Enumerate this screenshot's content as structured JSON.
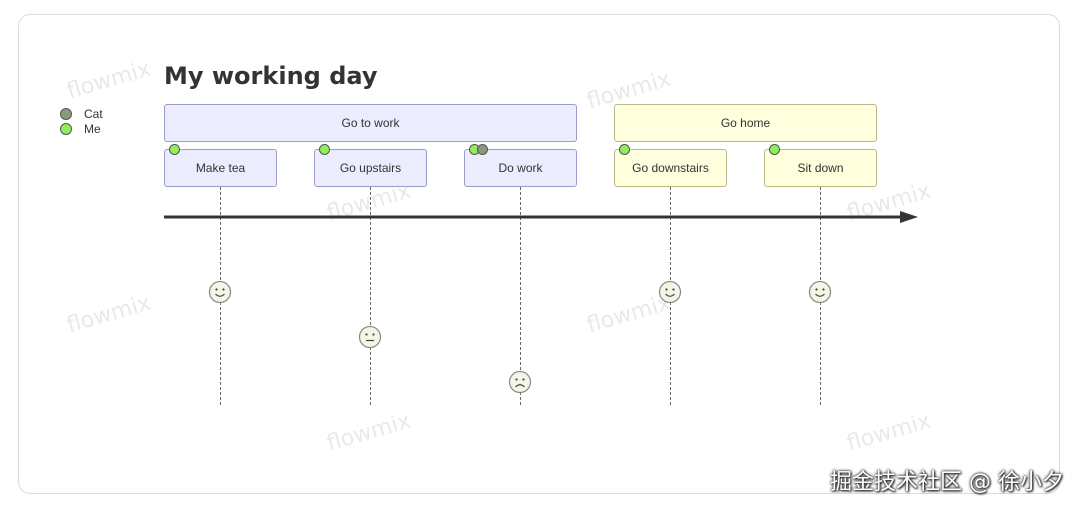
{
  "diagram": {
    "type": "user-journey",
    "title": "My working day",
    "colors": {
      "section1_fill": "#ececff",
      "section2_fill": "#ffffde",
      "cat": "#8a9a7b",
      "me": "#90ee5a",
      "axis": "#333333"
    },
    "legend": [
      {
        "label": "Cat",
        "color": "#8a9a7b"
      },
      {
        "label": "Me",
        "color": "#90ee5a"
      }
    ],
    "sections": [
      {
        "label": "Go to work",
        "tasks": [
          {
            "label": "Make tea",
            "score": 5,
            "actors": [
              "Me"
            ]
          },
          {
            "label": "Go upstairs",
            "score": 3,
            "actors": [
              "Me"
            ]
          },
          {
            "label": "Do work",
            "score": 1,
            "actors": [
              "Me",
              "Cat"
            ]
          }
        ]
      },
      {
        "label": "Go home",
        "tasks": [
          {
            "label": "Go downstairs",
            "score": 5,
            "actors": [
              "Me"
            ]
          },
          {
            "label": "Sit down",
            "score": 5,
            "actors": [
              "Me"
            ]
          }
        ]
      }
    ],
    "watermark": "flowmix",
    "credit": "掘金技术社区 @ 徐小夕"
  }
}
